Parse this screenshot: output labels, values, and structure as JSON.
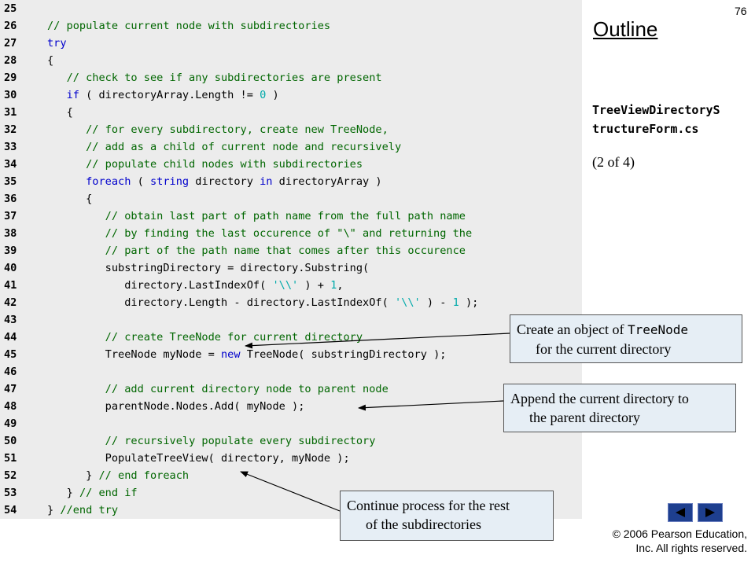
{
  "page_number": "76",
  "outline_title": "Outline",
  "file_name_lines": [
    "TreeViewDirectoryS",
    "tructureForm.cs"
  ],
  "part_indicator": "(2 of 4)",
  "code_lines": [
    {
      "num": "25",
      "indent": "",
      "segments": []
    },
    {
      "num": "26",
      "indent": "",
      "segments": [
        {
          "t": "c",
          "s": "// populate current node with subdirectories"
        }
      ]
    },
    {
      "num": "27",
      "indent": "",
      "segments": [
        {
          "t": "k",
          "s": "try"
        }
      ]
    },
    {
      "num": "28",
      "indent": "",
      "segments": [
        {
          "t": "p",
          "s": "{"
        }
      ]
    },
    {
      "num": "29",
      "indent": "   ",
      "segments": [
        {
          "t": "c",
          "s": "// check to see if any subdirectories are present"
        }
      ]
    },
    {
      "num": "30",
      "indent": "   ",
      "segments": [
        {
          "t": "k",
          "s": "if"
        },
        {
          "t": "p",
          "s": " ( directoryArray.Length != "
        },
        {
          "t": "n",
          "s": "0"
        },
        {
          "t": "p",
          "s": " )"
        }
      ]
    },
    {
      "num": "31",
      "indent": "   ",
      "segments": [
        {
          "t": "p",
          "s": "{"
        }
      ]
    },
    {
      "num": "32",
      "indent": "      ",
      "segments": [
        {
          "t": "c",
          "s": "// for every subdirectory, create new TreeNode,"
        }
      ]
    },
    {
      "num": "33",
      "indent": "      ",
      "segments": [
        {
          "t": "c",
          "s": "// add as a child of current node and recursively"
        }
      ]
    },
    {
      "num": "34",
      "indent": "      ",
      "segments": [
        {
          "t": "c",
          "s": "// populate child nodes with subdirectories"
        }
      ]
    },
    {
      "num": "35",
      "indent": "      ",
      "segments": [
        {
          "t": "k",
          "s": "foreach"
        },
        {
          "t": "p",
          "s": " ( "
        },
        {
          "t": "k",
          "s": "string"
        },
        {
          "t": "p",
          "s": " directory "
        },
        {
          "t": "k",
          "s": "in"
        },
        {
          "t": "p",
          "s": " directoryArray )"
        }
      ]
    },
    {
      "num": "36",
      "indent": "      ",
      "segments": [
        {
          "t": "p",
          "s": "{"
        }
      ]
    },
    {
      "num": "37",
      "indent": "         ",
      "segments": [
        {
          "t": "c",
          "s": "// obtain last part of path name from the full path name"
        }
      ]
    },
    {
      "num": "38",
      "indent": "         ",
      "segments": [
        {
          "t": "c",
          "s": "// by finding the last occurence of \"\\\" and returning the"
        }
      ]
    },
    {
      "num": "39",
      "indent": "         ",
      "segments": [
        {
          "t": "c",
          "s": "// part of the path name that comes after this occurence"
        }
      ]
    },
    {
      "num": "40",
      "indent": "         ",
      "segments": [
        {
          "t": "p",
          "s": "substringDirectory = directory.Substring("
        }
      ]
    },
    {
      "num": "41",
      "indent": "            ",
      "segments": [
        {
          "t": "p",
          "s": "directory.LastIndexOf( "
        },
        {
          "t": "n",
          "s": "'\\\\'"
        },
        {
          "t": "p",
          "s": " ) + "
        },
        {
          "t": "n",
          "s": "1"
        },
        {
          "t": "p",
          "s": ","
        }
      ]
    },
    {
      "num": "42",
      "indent": "            ",
      "segments": [
        {
          "t": "p",
          "s": "directory.Length - directory.LastIndexOf( "
        },
        {
          "t": "n",
          "s": "'\\\\'"
        },
        {
          "t": "p",
          "s": " ) - "
        },
        {
          "t": "n",
          "s": "1"
        },
        {
          "t": "p",
          "s": " );"
        }
      ]
    },
    {
      "num": "43",
      "indent": "",
      "segments": []
    },
    {
      "num": "44",
      "indent": "         ",
      "segments": [
        {
          "t": "c",
          "s": "// create TreeNode for current directory"
        }
      ]
    },
    {
      "num": "45",
      "indent": "         ",
      "segments": [
        {
          "t": "p",
          "s": "TreeNode myNode = "
        },
        {
          "t": "k",
          "s": "new"
        },
        {
          "t": "p",
          "s": " TreeNode( substringDirectory );"
        }
      ]
    },
    {
      "num": "46",
      "indent": "",
      "segments": []
    },
    {
      "num": "47",
      "indent": "         ",
      "segments": [
        {
          "t": "c",
          "s": "// add current directory node to parent node"
        }
      ]
    },
    {
      "num": "48",
      "indent": "         ",
      "segments": [
        {
          "t": "p",
          "s": "parentNode.Nodes.Add( myNode );"
        }
      ]
    },
    {
      "num": "49",
      "indent": "",
      "segments": []
    },
    {
      "num": "50",
      "indent": "         ",
      "segments": [
        {
          "t": "c",
          "s": "// recursively populate every subdirectory"
        }
      ]
    },
    {
      "num": "51",
      "indent": "         ",
      "segments": [
        {
          "t": "p",
          "s": "PopulateTreeView( directory, myNode );"
        }
      ]
    },
    {
      "num": "52",
      "indent": "      ",
      "segments": [
        {
          "t": "p",
          "s": "} "
        },
        {
          "t": "c",
          "s": "// end foreach"
        }
      ]
    },
    {
      "num": "53",
      "indent": "   ",
      "segments": [
        {
          "t": "p",
          "s": "} "
        },
        {
          "t": "c",
          "s": "// end if"
        }
      ]
    },
    {
      "num": "54",
      "indent": "",
      "segments": [
        {
          "t": "p",
          "s": "} "
        },
        {
          "t": "c",
          "s": "//end try"
        }
      ]
    }
  ],
  "callouts": {
    "create_node": {
      "before": "Create an object of ",
      "code": "TreeNode",
      "line2": "for the current directory"
    },
    "append": {
      "line1": "Append the current directory to",
      "line2": "the parent directory"
    },
    "continue": {
      "line1": "Continue process for the rest",
      "line2": "of the subdirectories"
    }
  },
  "nav": {
    "prev_icon": "triangle-left-icon",
    "next_icon": "triangle-right-icon"
  },
  "copyright": {
    "line1": "© 2006 Pearson Education,",
    "line2": "Inc.  All rights reserved."
  },
  "colors": {
    "comment": "#006600",
    "keyword": "#0000cc",
    "number": "#00aaaa",
    "code_bg": "#ececec",
    "callout_bg": "#e6eef5",
    "nav_button": "#1e3f8f"
  }
}
